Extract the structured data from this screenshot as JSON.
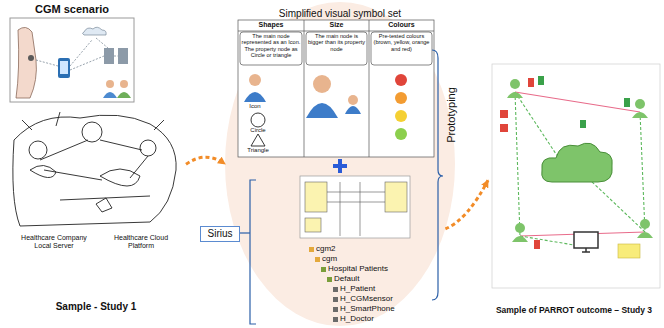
{
  "diagram": {
    "nodes": [
      {
        "text": [
          "CGM scenario"
        ]
      },
      {
        "text": [
          "Sample - Study 1"
        ]
      },
      {
        "text": [
          "Simplified visual symbol set"
        ]
      },
      {
        "text": [
          "Sample of PARROT outcome – Study 3"
        ]
      }
    ],
    "edges": [
      {
        "from": 1,
        "to": 2,
        "arrow": "to"
      },
      {
        "from": 2,
        "to": 3,
        "arrow": "to"
      }
    ],
    "labels": [
      "Shapes",
      "Size",
      "Colours",
      "The main node represented as an Icon. The property node as Circle or triangle",
      "The main node is bigger than its property node",
      "Pre-tested colours (brown, yellow, orange and red)",
      "Icon",
      "Circle",
      "Triangle",
      "Sirius",
      "Prototyping",
      "cgm2",
      "cgm",
      "Hospital Patients",
      "Default",
      "H_Patient",
      "H_CGMsensor",
      "H_SmartPhone",
      "H_Doctor",
      "Healthcare Company Local Server",
      "Healthcare Cloud Platform"
    ]
  }
}
